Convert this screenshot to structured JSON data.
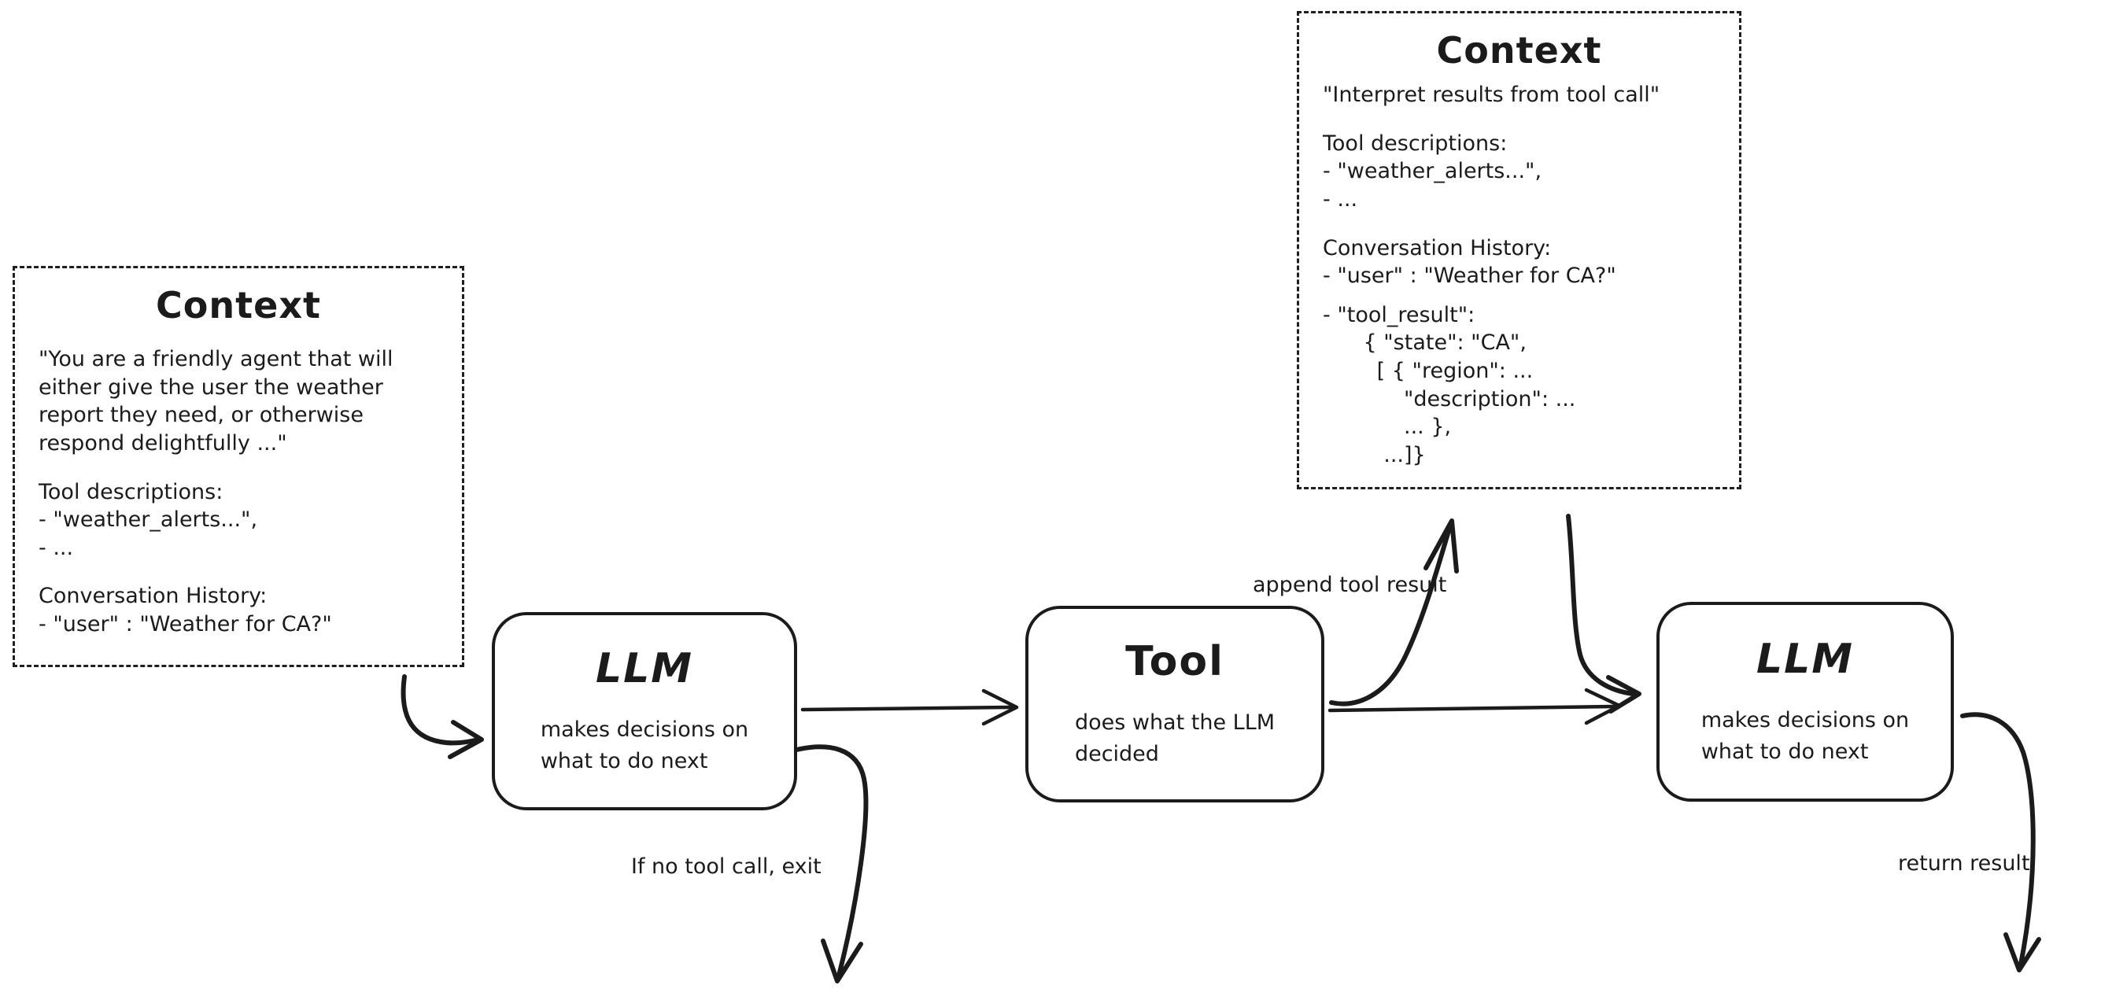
{
  "diagram": {
    "colors": {
      "ink": "#1b1b1b",
      "background": "#ffffff"
    },
    "context_left": {
      "title": "Context",
      "system_prompt_lines": [
        "\"You are a friendly agent that will",
        "either give the user the weather",
        "report they need, or otherwise",
        "respond delightfully ...\""
      ],
      "tool_descriptions_heading": "Tool descriptions:",
      "tool_descriptions_items": [
        "- \"weather_alerts...\",",
        "- ..."
      ],
      "conversation_heading": "Conversation History:",
      "conversation_items": [
        "- \"user\" : \"Weather for CA?\""
      ]
    },
    "context_top": {
      "title": "Context",
      "instruction": "\"Interpret results from tool call\"",
      "tool_descriptions_heading": "Tool descriptions:",
      "tool_descriptions_items": [
        "- \"weather_alerts...\",",
        "- ..."
      ],
      "conversation_heading": "Conversation History:",
      "conversation_items": [
        "- \"user\" : \"Weather for CA?\""
      ],
      "tool_result_lines": [
        "- \"tool_result\":",
        "      { \"state\": \"CA\",",
        "        [ { \"region\": ...",
        "            \"description\": ...",
        "            ... },",
        "         ...]}"
      ]
    },
    "nodes": {
      "llm_first": {
        "title": "LLM",
        "subtitle_lines": [
          "makes decisions on",
          "what to do next"
        ]
      },
      "tool": {
        "title": "Tool",
        "subtitle_lines": [
          "does what the LLM",
          "decided"
        ]
      },
      "llm_second": {
        "title": "LLM",
        "subtitle_lines": [
          "makes decisions on",
          "what to do next"
        ]
      }
    },
    "edge_labels": {
      "append_tool_result": "append tool result",
      "no_tool_call_exit": "If no tool call, exit",
      "return_result": "return result"
    }
  }
}
